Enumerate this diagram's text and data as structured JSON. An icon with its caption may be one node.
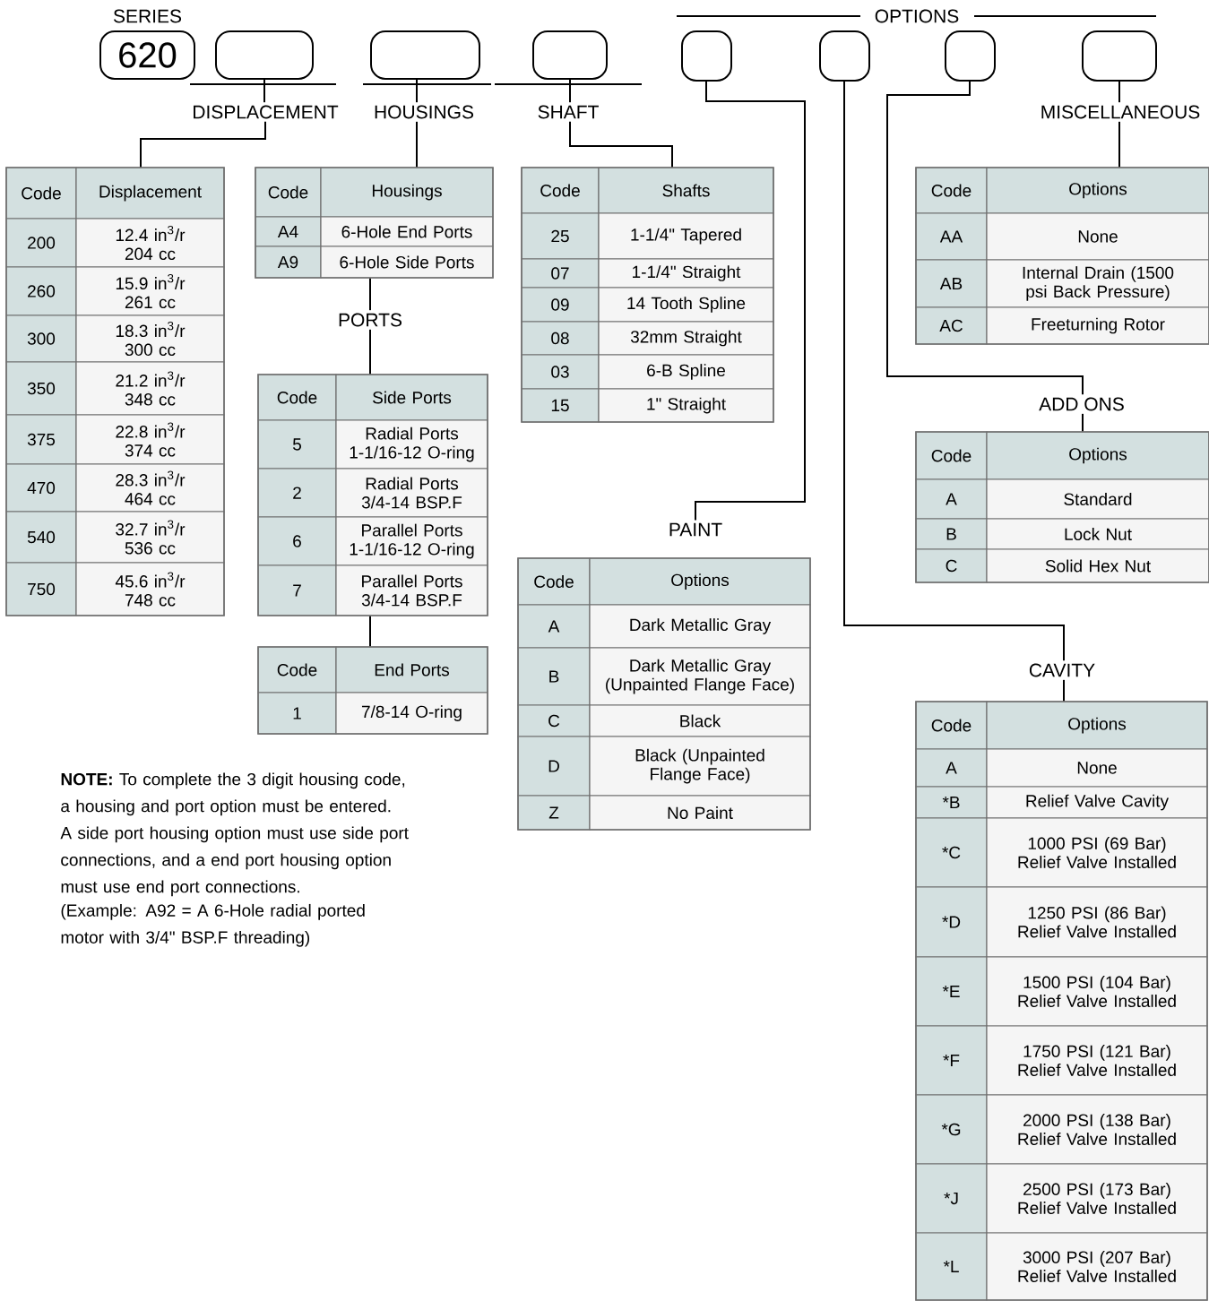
{
  "diagram": {
    "nodes": [
      {
        "text": [
          "620"
        ],
        "beside": [
          "SERIES"
        ]
      },
      {
        "text": [],
        "shape": "box"
      },
      {
        "text": [],
        "shape": "box"
      },
      {
        "text": [],
        "shape": "box"
      },
      {
        "text": [],
        "shape": "box"
      },
      {
        "text": [],
        "shape": "box"
      },
      {
        "text": [],
        "shape": "box"
      },
      {
        "text": [],
        "shape": "box"
      },
      {
        "text": [
          "DISPLACEMENT"
        ]
      },
      {
        "text": [
          "HOUSINGS"
        ]
      },
      {
        "text": [
          "SHAFT"
        ]
      },
      {
        "text": [
          "PAINT"
        ]
      },
      {
        "text": [
          "CAVITY"
        ]
      },
      {
        "text": [
          "ADD ONS"
        ]
      },
      {
        "text": [
          "MISCELLANEOUS"
        ]
      },
      {
        "text": [
          "Code",
          "Displacement",
          "200",
          "12.4 in$^{3}$/r 204 cc",
          "260",
          "15.9 in$^{3}$/r 261 cc",
          "300",
          "18.3 in$^{3}$/r 300 cc",
          "350",
          "21.2 in$^{3}$/r 348 cc",
          "375",
          "22.8 in$^{3}$/r 374 cc",
          "470",
          "28.3 in$^{3}$/r 464 cc",
          "540",
          "32.7 in$^{3}$/r 536 cc",
          "750",
          "45.6 in$^{3}$/r 748 cc"
        ]
      },
      {
        "text": [
          "Code",
          "Housings",
          "A4",
          "6-Hole End Ports",
          "A9",
          "6-Hole Side Ports"
        ]
      },
      {
        "text": [
          "PORTS"
        ]
      },
      {
        "text": [
          "Code",
          "Side Ports",
          "5",
          "Radial Ports 1-1/16-12 O-ring",
          "2",
          "Radial Ports 3/4-14 BSP.F",
          "6",
          "Parallel Ports 1-1/16-12 O-ring",
          "7",
          "Parallel Ports 3/4-14 BSP.F"
        ]
      },
      {
        "text": [
          "Code",
          "End Ports",
          "1",
          "7/8-14 O-ring"
        ]
      },
      {
        "text": [
          "Code",
          "Shafts",
          "25",
          "1-1/4\" Tapered",
          "07",
          "1-1/4\" Straight",
          "09",
          "14 Tooth Spline",
          "08",
          "32mm Straight",
          "03",
          "6-B Spline",
          "15",
          "1\" Straight"
        ]
      },
      {
        "text": [
          "Code",
          "Options",
          "A",
          "Dark Metallic Gray",
          "B",
          "Dark Metallic Gray (Unpainted Flange Face)",
          "C",
          "Black",
          "D",
          "Black (Unpainted Flange Face)",
          "Z",
          "No Paint"
        ]
      },
      {
        "text": [
          "Code",
          "Options",
          "AA",
          "None",
          "AB",
          "Internal Drain (1500 psi Back Pressure)",
          "AC",
          "Freeturning Rotor"
        ]
      },
      {
        "text": [
          "Code",
          "Options",
          "A",
          "Standard",
          "B",
          "Lock Nut",
          "C",
          "Solid Hex Nut"
        ]
      },
      {
        "text": [
          "Code",
          "Options",
          "A",
          "None",
          "*B",
          "Relief Valve Cavity",
          "*C",
          "1000 PSI (69 Bar) Relief Valve Installed",
          "*D",
          "1250 PSI (86 Bar) Relief Valve Installed",
          "*E",
          "1500 PSI (104 Bar) Relief Valve Installed",
          "*F",
          "1750 PSI (121 Bar) Relief Valve Installed",
          "*G",
          "2000 PSI (138 Bar) Relief Valve Installed",
          "*J",
          "2500 PSI (173 Bar) Relief Valve Installed",
          "*L",
          "3000 PSI (207 Bar) Relief Valve Installed"
        ]
      }
    ],
    "edges": [
      {
        "from": 1,
        "to": 8,
        "arrow": "none"
      },
      {
        "from": 8,
        "to": 15,
        "arrow": "none"
      },
      {
        "from": 2,
        "to": 9,
        "arrow": "none"
      },
      {
        "from": 9,
        "to": 16,
        "arrow": "none"
      },
      {
        "from": 16,
        "to": 17,
        "arrow": "none"
      },
      {
        "from": 17,
        "to": 18,
        "arrow": "none"
      },
      {
        "from": 18,
        "to": 19,
        "arrow": "none"
      },
      {
        "from": 3,
        "to": 10,
        "arrow": "none"
      },
      {
        "from": 10,
        "to": 20,
        "arrow": "none"
      },
      {
        "from": 4,
        "to": 11,
        "arrow": "none"
      },
      {
        "from": 5,
        "to": 12,
        "arrow": "none"
      },
      {
        "from": 6,
        "to": 13,
        "arrow": "none"
      },
      {
        "from": 7,
        "to": 14,
        "arrow": "none"
      },
      {
        "from": 14,
        "to": 22,
        "arrow": "none"
      },
      {
        "from": 13,
        "to": 23,
        "arrow": "none"
      },
      {
        "from": 12,
        "to": 24,
        "arrow": "none"
      }
    ],
    "labels": [
      "OPTIONS",
      "**NOTE:** To complete the 3 digit housing code, a housing and port option must be entered. A side port housing option must use side port connections, and a end port housing option must use end port connections.",
      "(Example: A92 = A 6-Hole radial ported motor with 3/4\" BSP.F threading)"
    ]
  }
}
